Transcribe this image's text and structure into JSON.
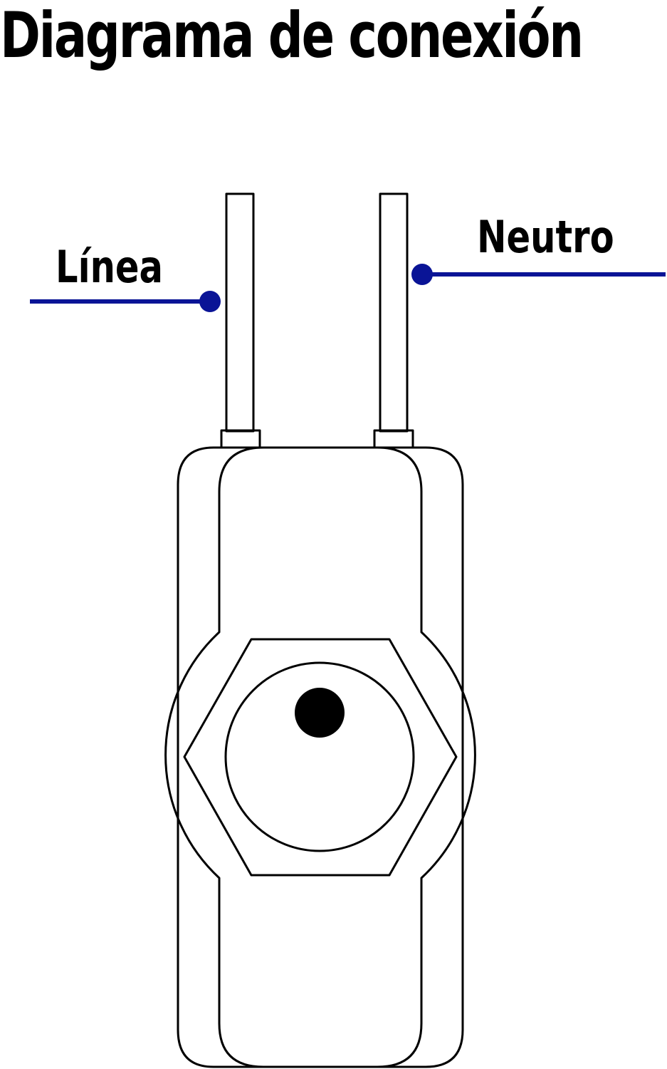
{
  "title": "Diagrama de conexión",
  "labels": {
    "line": "Línea",
    "neutral": "Neutro"
  },
  "colors": {
    "wire": "#0a1496",
    "outline": "#000000",
    "background": "#ffffff"
  }
}
